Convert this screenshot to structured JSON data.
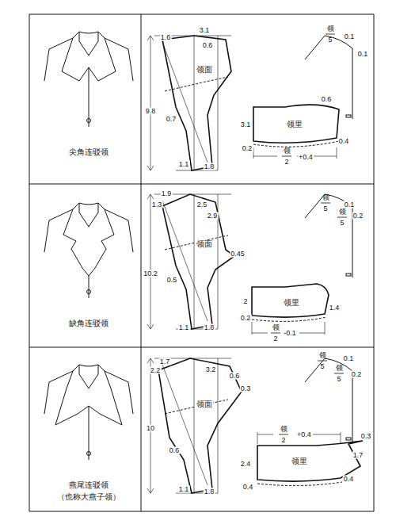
{
  "diagram": {
    "labels": [
      "尖角连驳领",
      "1.6",
      "3.1",
      "0.6",
      "领面",
      "9.8",
      "0.7",
      "1.1",
      "1.8",
      "领",
      "5",
      "0.1",
      "0.1",
      "0.6",
      "3.1",
      "领里",
      "0.2",
      "0.4",
      "领",
      "2",
      "+0.4",
      "缺角连驳领",
      "1.9",
      "1.3",
      "2.5",
      "2.9",
      "领面",
      "0.45",
      "10.2",
      "0.5",
      "1.1",
      "1.8",
      "领",
      "5",
      "0.1",
      "领",
      "5",
      "0.2",
      "2",
      "领里",
      "1.4",
      "0.2",
      "领",
      "2",
      "-0.1",
      "燕尾连驳领",
      "（也称大燕子领）",
      "1.7",
      "2.2",
      "3.2",
      "0.6",
      "领面",
      "0.3",
      "10",
      "0.6",
      "1.1",
      "1.8",
      "领",
      "5",
      "0.1",
      "领",
      "5",
      "0.2",
      "0.3",
      "2.4",
      "领里",
      "1.7",
      "0.4",
      "0.4",
      "领",
      "2",
      "+0.4"
    ]
  }
}
